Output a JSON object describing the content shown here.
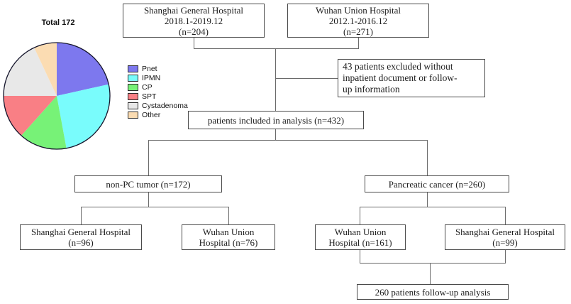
{
  "chart_data": {
    "type": "pie",
    "title": "Total 172",
    "total": 172,
    "legend_position": "right",
    "direction": "clockwise",
    "start_angle": "12 o'clock",
    "slices": [
      {
        "label": "Pnet",
        "value": 37,
        "color": "#7D78EE"
      },
      {
        "label": "IPMN",
        "value": 44,
        "color": "#79FCFC"
      },
      {
        "label": "CP",
        "value": 25,
        "color": "#77F277"
      },
      {
        "label": "SPT",
        "value": 23,
        "color": "#F97F85"
      },
      {
        "label": "Cystadenoma",
        "value": 31,
        "color": "#E8E8E8"
      },
      {
        "label": "Other",
        "value": 12,
        "color": "#FBDCB2"
      }
    ],
    "outline_color": "#14142b"
  },
  "flowchart": {
    "top_left": {
      "lines": [
        "Shanghai General Hospital",
        "2018.1-2019.12",
        "(n=204)"
      ]
    },
    "top_right": {
      "lines": [
        "Wuhan Union Hospital",
        "2012.1-2016.12",
        "(n=271)"
      ]
    },
    "excluded": {
      "lines": [
        "43 patients excluded without",
        "inpatient document or follow-",
        "up information"
      ]
    },
    "included": {
      "label": "patients included in analysis (n=432)"
    },
    "non_pc": {
      "label": "non-PC tumor (n=172)"
    },
    "pc": {
      "label": "Pancreatic cancer (n=260)"
    },
    "sgh_96": {
      "lines": [
        "Shanghai General Hospital",
        "(n=96)"
      ]
    },
    "wuh_76": {
      "lines": [
        "Wuhan Union",
        "Hospital (n=76)"
      ]
    },
    "wuh_161": {
      "lines": [
        "Wuhan Union",
        "Hospital (n=161)"
      ]
    },
    "sgh_99": {
      "lines": [
        "Shanghai General Hospital",
        "(n=99)"
      ]
    },
    "followup": {
      "label": "260 patients follow-up analysis"
    }
  }
}
